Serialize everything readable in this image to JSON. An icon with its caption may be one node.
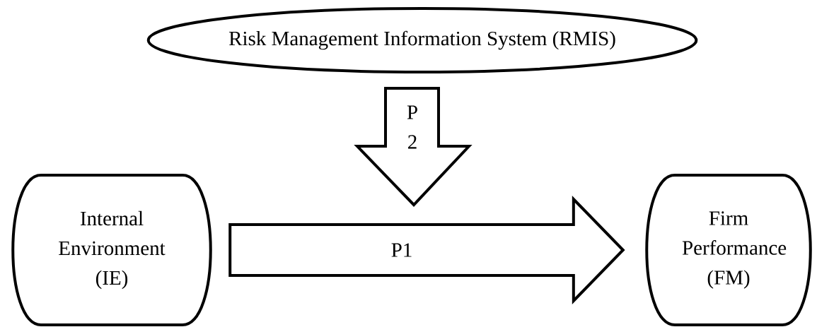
{
  "diagram": {
    "nodes": [
      {
        "text": [
          "Risk Management Information System (RMIS)"
        ]
      },
      {
        "text": [
          "Internal Environment (IE)"
        ]
      },
      {
        "text": [
          "Firm Performance (FM)"
        ]
      }
    ],
    "edges": [
      {
        "from": 1,
        "to": 2,
        "arrow": "to",
        "label": "P1"
      },
      {
        "from": 0,
        "to": null,
        "arrow": "to",
        "label": "P 2"
      }
    ]
  }
}
